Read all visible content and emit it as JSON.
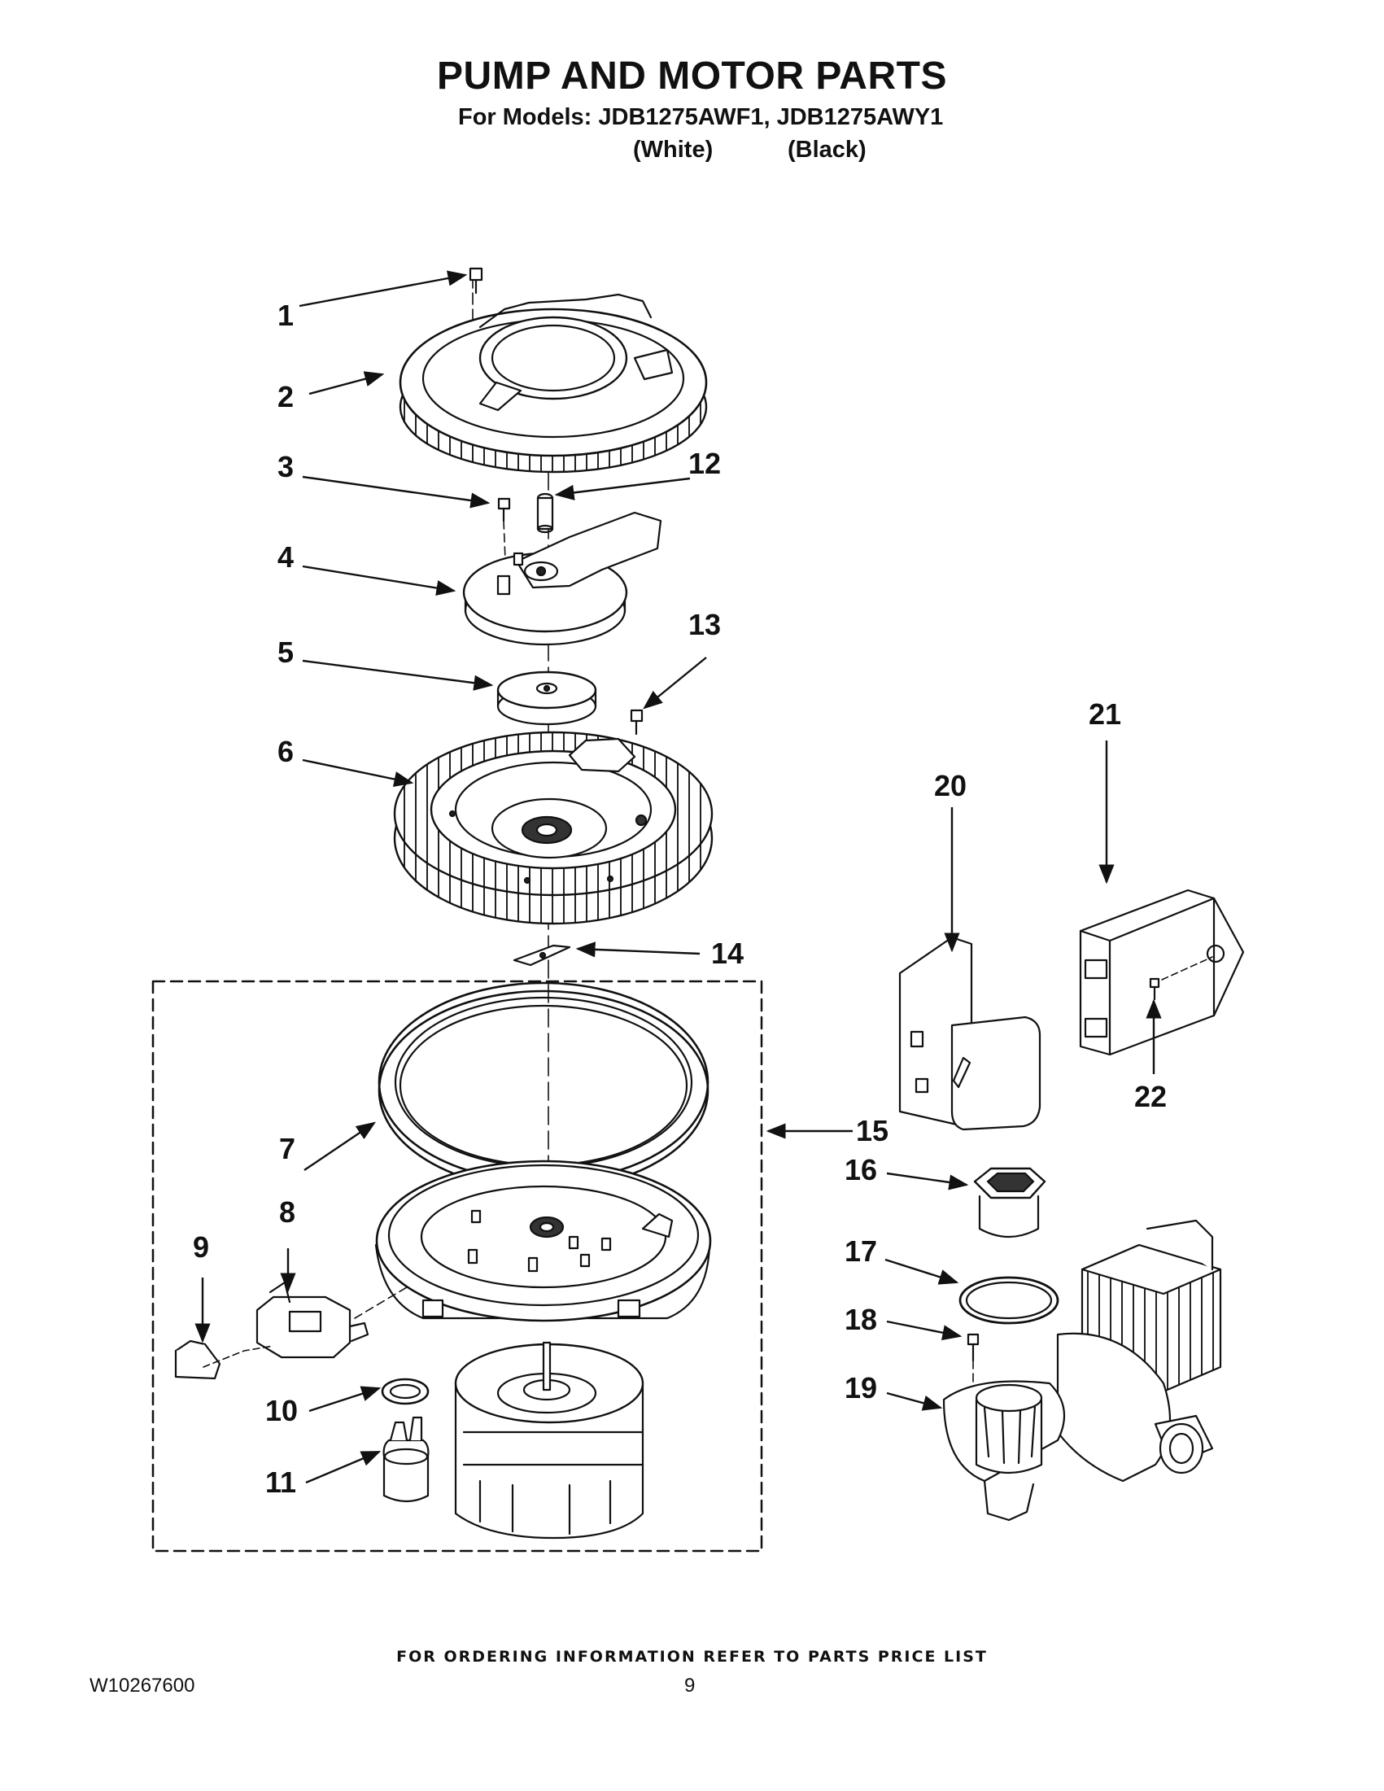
{
  "header": {
    "title": "PUMP AND MOTOR PARTS",
    "models_line": "For Models: JDB1275AWF1, JDB1275AWY1",
    "variant_1": "(White)",
    "variant_2": "(Black)"
  },
  "callouts": [
    "1",
    "2",
    "3",
    "4",
    "5",
    "6",
    "7",
    "8",
    "9",
    "10",
    "11",
    "12",
    "13",
    "14",
    "15",
    "16",
    "17",
    "18",
    "19",
    "20",
    "21",
    "22"
  ],
  "footer": {
    "ordering_note": "FOR ORDERING INFORMATION REFER TO PARTS PRICE LIST",
    "doc_number": "W10267600",
    "page_number": "9"
  }
}
